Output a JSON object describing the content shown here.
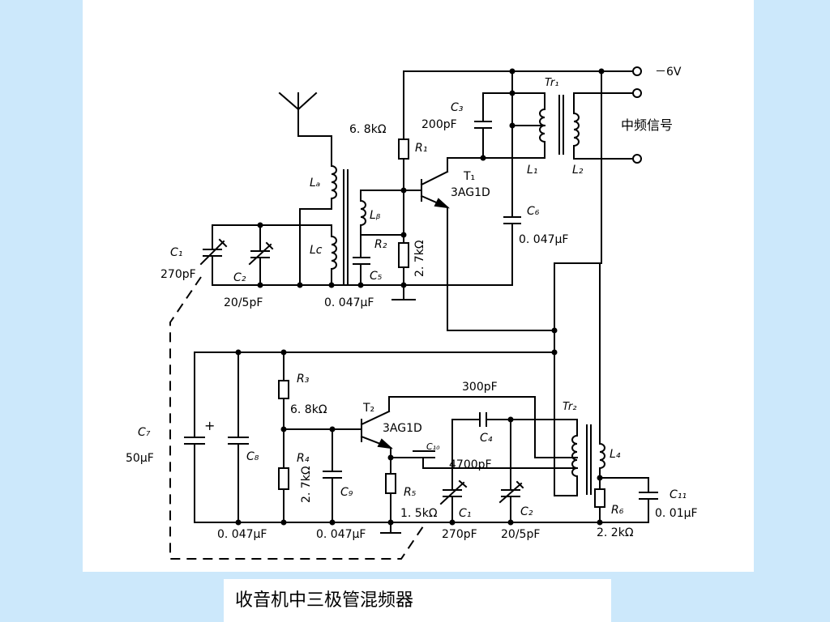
{
  "caption": "收音机中三极管混频器",
  "labels": {
    "supply": "－6V",
    "if_signal": "中频信号",
    "tr1": "Tr₁",
    "tr2": "Tr₂",
    "r1": "R₁",
    "r1_value": "6. 8kΩ",
    "c3": "C₃",
    "c3_value": "200pF",
    "t1": "T₁",
    "t1_model": "3AG1D",
    "l1": "L₁",
    "l2": "L₂",
    "la": "Lₐ",
    "lb": "Lᵦ",
    "lc": "Lc",
    "c6": "C₆",
    "c6_value": "0. 047μF",
    "c1a": "C₁",
    "c1a_value": "270pF",
    "c2a": "C₂",
    "c2a_value": "20/5pF",
    "r2": "R₂",
    "r2_value": "2. 7kΩ",
    "c5": "C₅",
    "c5_value": "0. 047μF",
    "r3": "R₃",
    "r3_value": "6. 8kΩ",
    "t2": "T₂",
    "t2_model": "3AG1D",
    "c10": "C₁₀",
    "c7": "C₇",
    "c7_value": "50μF",
    "c8": "C₈",
    "r4": "R₄",
    "r4_value": "2. 7kΩ",
    "c9": "C₉",
    "r5": "R₅",
    "r5_value": "1. 5kΩ",
    "c4_value": "300pF",
    "c4": "C₄",
    "c10_value": "4700pF",
    "c1b": "C₁",
    "c1b_value": "270pF",
    "c2b": "C₂",
    "c2b_value": "20/5pF",
    "l4": "L₄",
    "r6": "R₆",
    "r6_value": "2. 2kΩ",
    "c11": "C₁₁",
    "c11_value": "0. 01μF",
    "c8_value": "0. 047μF",
    "c9_value": "0. 047μF",
    "plus": "+"
  }
}
